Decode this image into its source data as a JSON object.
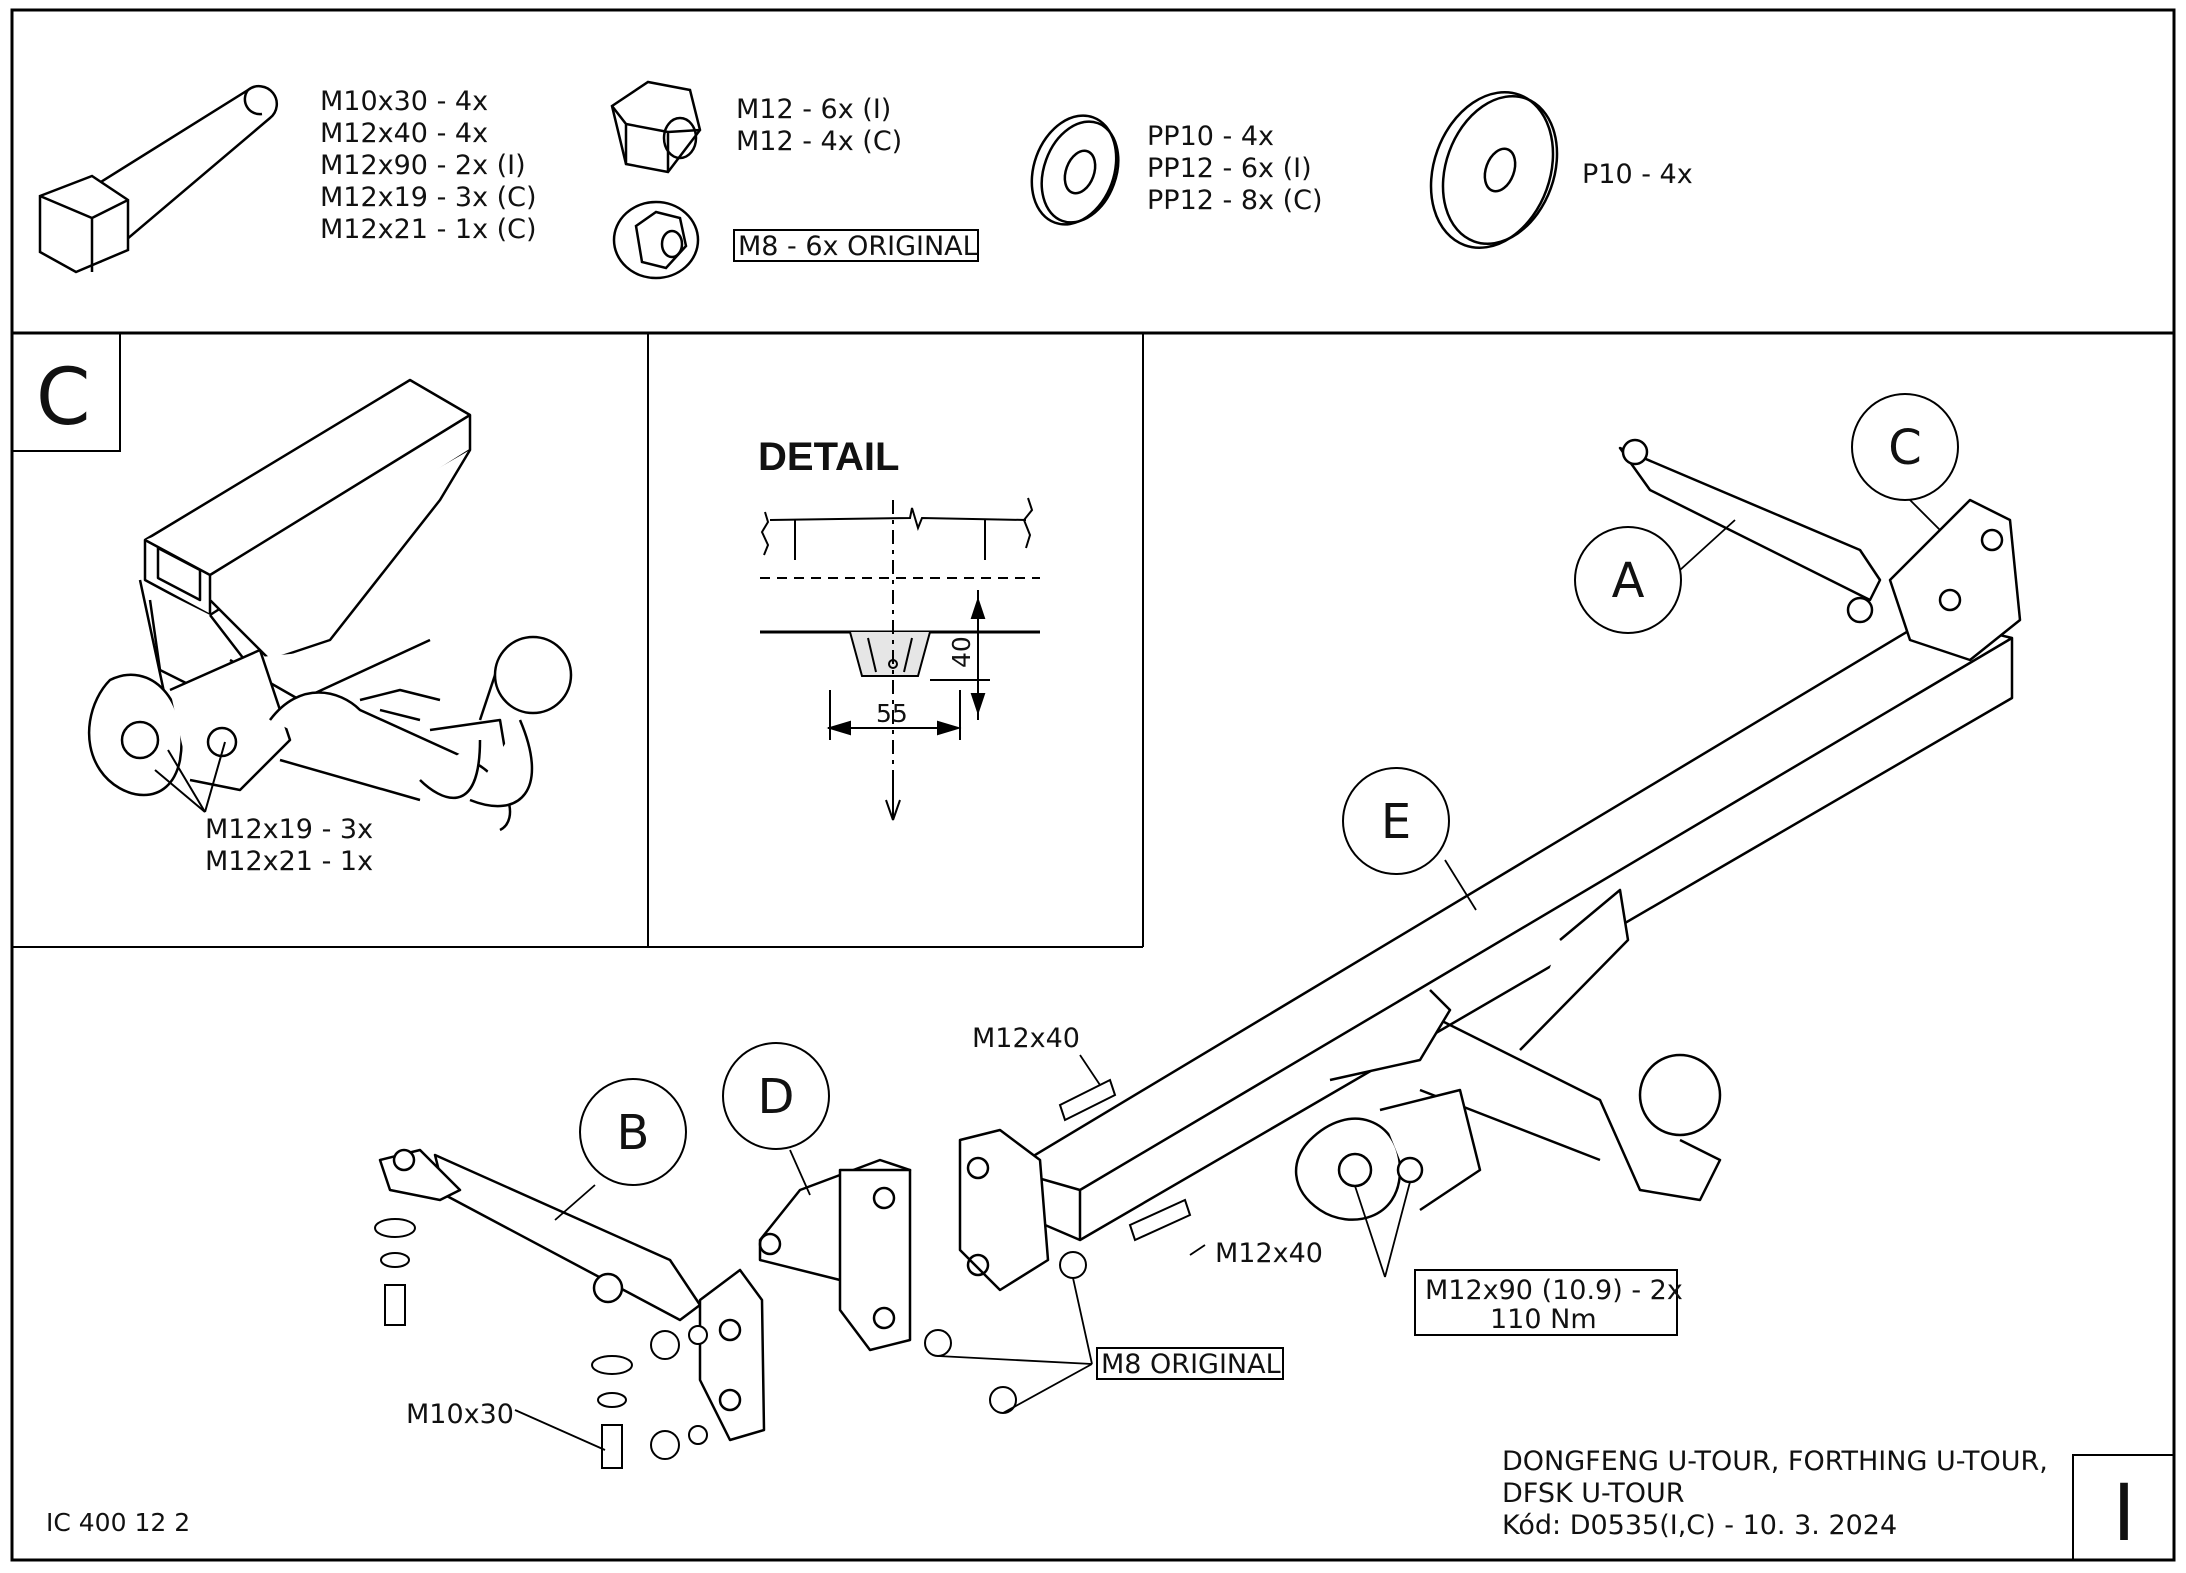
{
  "hardware": {
    "bolts": [
      "M10x30 - 4x",
      "M12x40 - 4x",
      "M12x90 - 2x (I)",
      "M12x19 - 3x (C)",
      "M12x21 - 1x (C)"
    ],
    "nuts": [
      "M12 - 6x (I)",
      "M12 - 4x (C)"
    ],
    "flange_nut": "M8 - 6x ORIGINAL",
    "washers": [
      "PP10 - 4x",
      "PP12 - 6x (I)",
      "PP12 - 8x (C)"
    ],
    "large_washer": "P10 - 4x"
  },
  "view_c": {
    "letter": "C",
    "callouts": [
      "M12x19 - 3x",
      "M12x21 - 1x"
    ]
  },
  "detail": {
    "title": "DETAIL",
    "dim_height": "40",
    "dim_width": "55"
  },
  "assembly": {
    "bubbles": {
      "a": "A",
      "b": "B",
      "c": "C",
      "d": "D",
      "e": "E"
    },
    "m12x40_top": "M12x40",
    "m12x40_mid": "M12x40",
    "m10x30": "M10x30",
    "m8_original": "M8 ORIGINAL",
    "m12x90_line1": "M12x90 (10.9) - 2x",
    "m12x90_line2": "110 Nm"
  },
  "footer": {
    "code": "IC 400 12 2",
    "vehicle_line1": "DONGFENG U-TOUR, FORTHING U-TOUR,",
    "vehicle_line2": "DFSK U-TOUR",
    "kod": "Kód: D0535(I,C) - 10. 3. 2024",
    "sheet_letter": "I"
  }
}
